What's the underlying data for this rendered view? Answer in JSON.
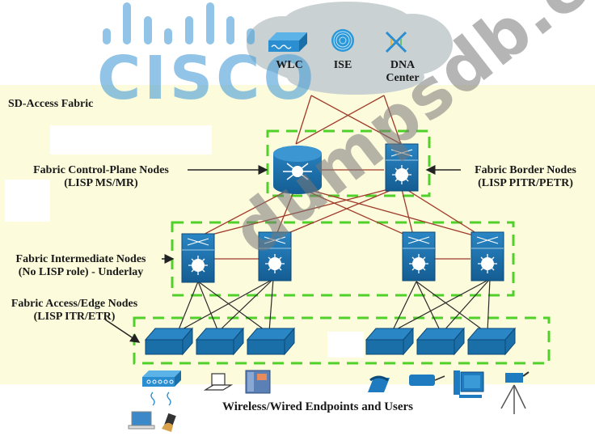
{
  "diagram": {
    "title": "SD-Access Fabric",
    "cloud": {
      "services": [
        {
          "label": "WLC",
          "icon": "wireless-lan-controller-icon"
        },
        {
          "label": "ISE",
          "icon": "fingerprint-icon"
        },
        {
          "label": "DNA",
          "label2": "Center",
          "icon": "dna-center-icon"
        }
      ]
    },
    "tiers": {
      "control_plane": {
        "line1": "Fabric Control-Plane Nodes",
        "line2": "(LISP MS/MR)"
      },
      "border": {
        "line1": "Fabric Border Nodes",
        "line2": "(LISP PITR/PETR)"
      },
      "intermediate": {
        "line1": "Fabric Intermediate Nodes",
        "line2": "(No LISP role) - Underlay"
      },
      "edge": {
        "line1": "Fabric Access/Edge Nodes",
        "line2": "(LISP ITR/ETR)"
      }
    },
    "endpoints_label": "Wireless/Wired Endpoints and Users",
    "endpoints": [
      "access-point-icon",
      "workstation-icon",
      "ip-phone-icon",
      "laptop-icon",
      "handheld-device-icon",
      "telephone-icon",
      "printer-icon",
      "desktop-pc-icon",
      "video-camera-icon"
    ],
    "colors": {
      "fabric_background": "#fcfbdc",
      "dashed_border": "#4fd12a",
      "device_blue": "#1a6fa8",
      "core_link": "#a03a2a",
      "access_link": "#2a2a2a",
      "cloud": "#c9d1d3"
    }
  },
  "overlay": {
    "logo_text": "CISCO",
    "watermark": "dumpsdb.com"
  }
}
